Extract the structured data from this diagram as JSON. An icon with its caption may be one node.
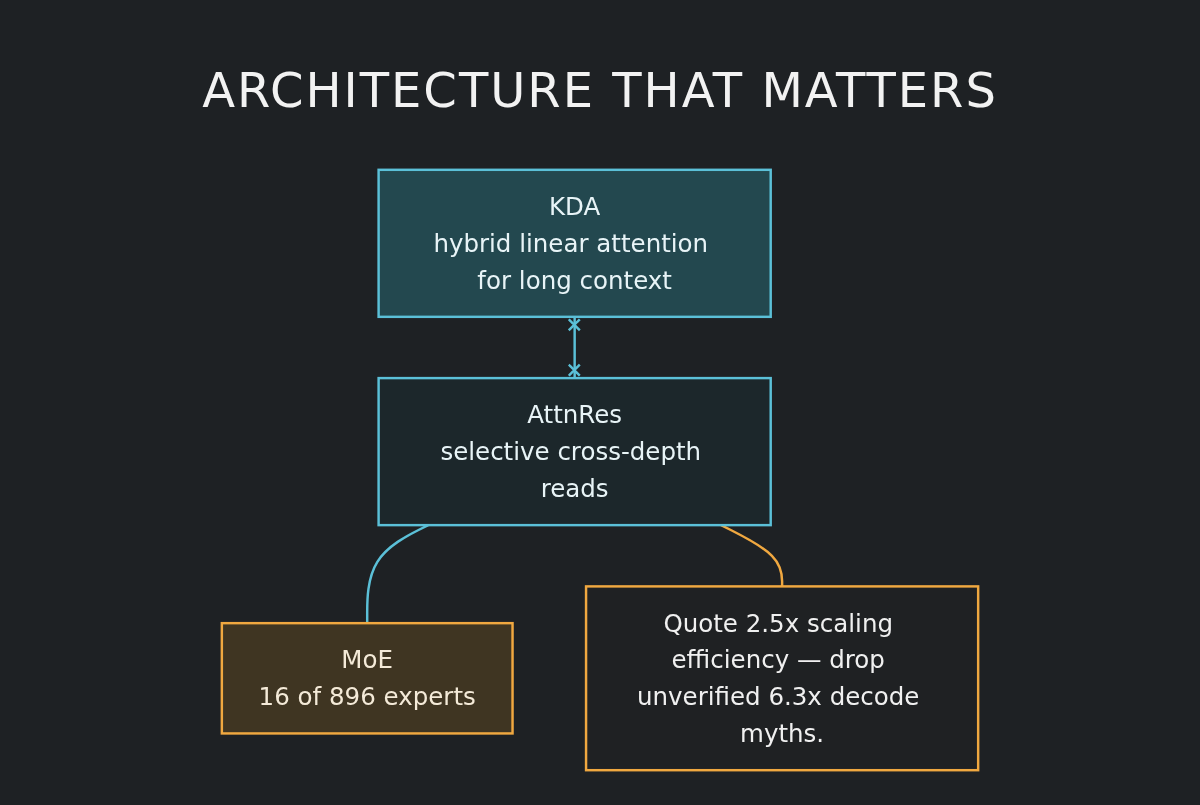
{
  "diagram": {
    "title": "ARCHITECTURE THAT MATTERS",
    "nodes": [
      {
        "text": [
          "KDA",
          "hybrid linear attention for long context"
        ]
      },
      {
        "text": [
          "AttnRes",
          "selective cross-depth reads"
        ]
      },
      {
        "text": [
          "MoE",
          "16 of 896 experts"
        ]
      },
      {
        "text": [
          "Quote 2.5x scaling efficiency — drop unverified 6.3x decode myths."
        ]
      }
    ],
    "edges": [
      {
        "from": 0,
        "to": 1,
        "arrow": "other"
      },
      {
        "from": 1,
        "to": 2,
        "arrow": "none"
      },
      {
        "from": 1,
        "to": 3,
        "arrow": "none",
        "color": "#f0a840"
      }
    ]
  }
}
